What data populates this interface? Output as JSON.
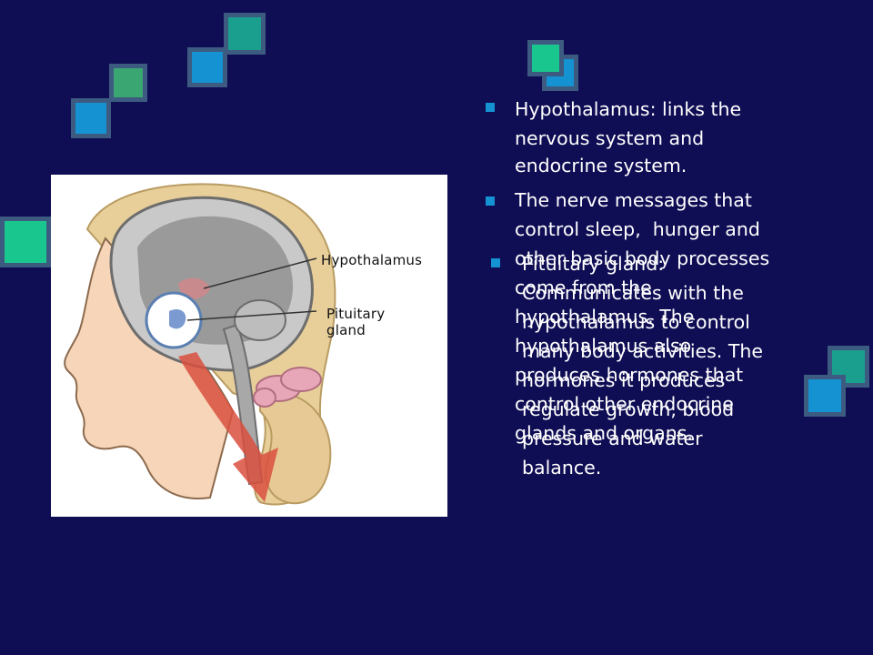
{
  "bullets": [
    {
      "lines": [
        "Hypothalamus: links the",
        "nervous system and",
        "endocrine system."
      ]
    },
    {
      "lines": [
        "The nerve messages that",
        "control sleep,  hunger and",
        "other basic body processes",
        "come from the",
        "hypothalamus. The",
        "hypothalamus also",
        "produces hormones that",
        "control other endocrine",
        "glands and organs."
      ]
    },
    {
      "lines": [
        "Pituitary gland:",
        "Communicates with the",
        "hypothalamus to control",
        "many body activities. The",
        "hormones it produces",
        "regulate growth, blood",
        "pressure and water",
        "balance."
      ]
    }
  ],
  "figure": {
    "label_hypothalamus": "Hypothalamus",
    "label_pituitary_1": "Pituitary",
    "label_pituitary_2": "gland"
  },
  "colors": {
    "background": "#0f0d54",
    "bullet": "#1592d1",
    "square_blue": "#1592d1",
    "square_green": "#3aa672",
    "square_teal": "#1a9e8e",
    "square_mint": "#19c78e"
  }
}
